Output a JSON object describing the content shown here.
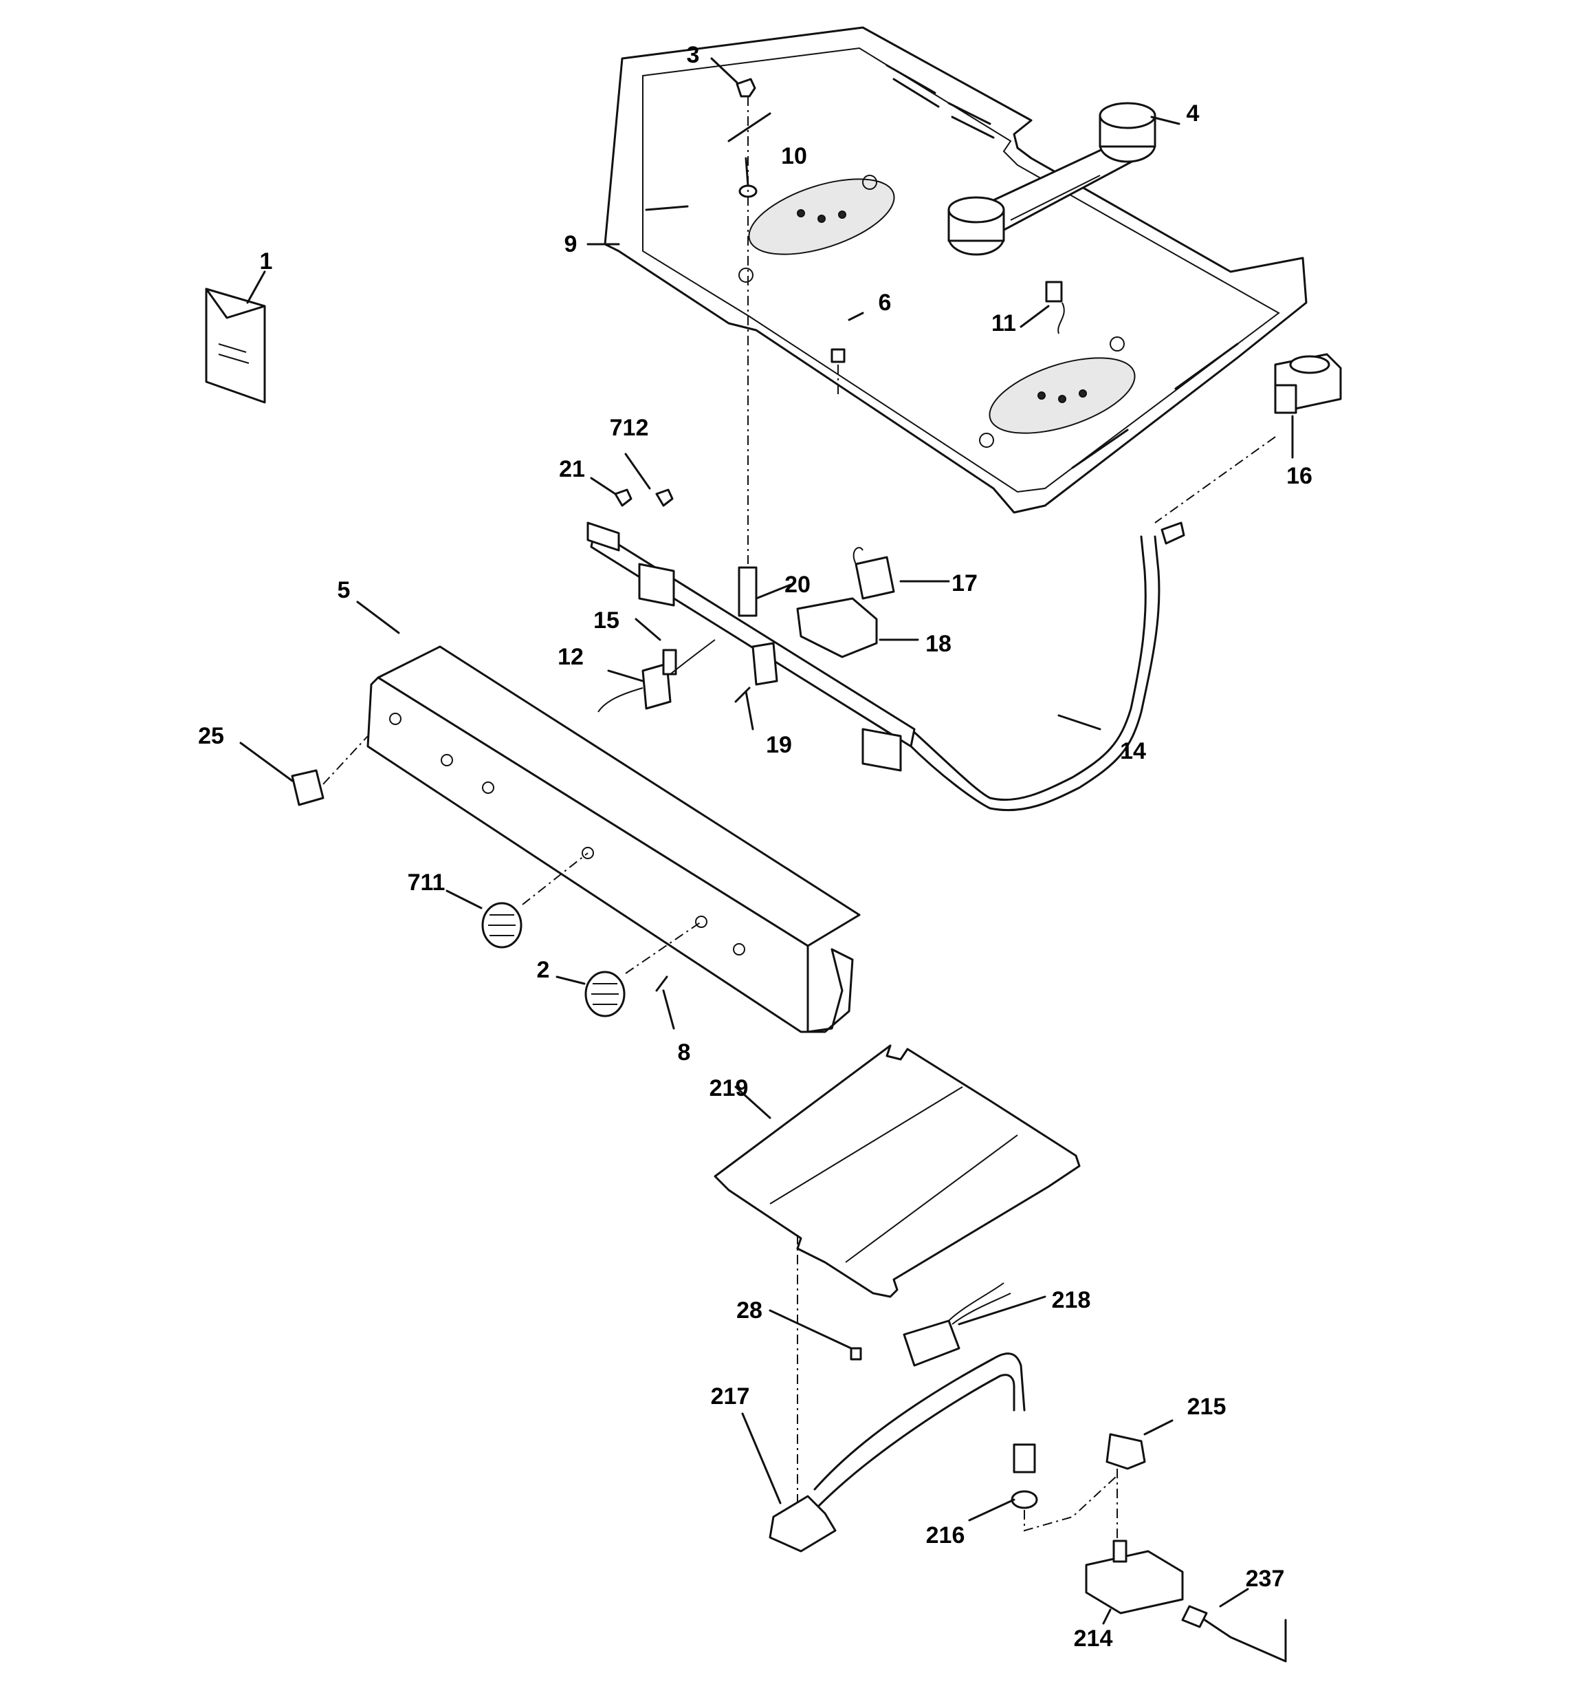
{
  "diagram": {
    "callouts": [
      {
        "id": "1",
        "label": "1"
      },
      {
        "id": "2",
        "label": "2"
      },
      {
        "id": "3",
        "label": "3"
      },
      {
        "id": "4",
        "label": "4"
      },
      {
        "id": "5",
        "label": "5"
      },
      {
        "id": "6",
        "label": "6"
      },
      {
        "id": "8",
        "label": "8"
      },
      {
        "id": "9",
        "label": "9"
      },
      {
        "id": "10",
        "label": "10"
      },
      {
        "id": "11",
        "label": "11"
      },
      {
        "id": "12",
        "label": "12"
      },
      {
        "id": "14",
        "label": "14"
      },
      {
        "id": "15",
        "label": "15"
      },
      {
        "id": "16",
        "label": "16"
      },
      {
        "id": "17",
        "label": "17"
      },
      {
        "id": "18",
        "label": "18"
      },
      {
        "id": "19",
        "label": "19"
      },
      {
        "id": "20",
        "label": "20"
      },
      {
        "id": "21",
        "label": "21"
      },
      {
        "id": "25",
        "label": "25"
      },
      {
        "id": "28",
        "label": "28"
      },
      {
        "id": "214",
        "label": "214"
      },
      {
        "id": "215",
        "label": "215"
      },
      {
        "id": "216",
        "label": "216"
      },
      {
        "id": "217",
        "label": "217"
      },
      {
        "id": "218",
        "label": "218"
      },
      {
        "id": "219",
        "label": "219"
      },
      {
        "id": "237",
        "label": "237"
      },
      {
        "id": "711",
        "label": "711"
      },
      {
        "id": "712",
        "label": "712"
      }
    ]
  }
}
